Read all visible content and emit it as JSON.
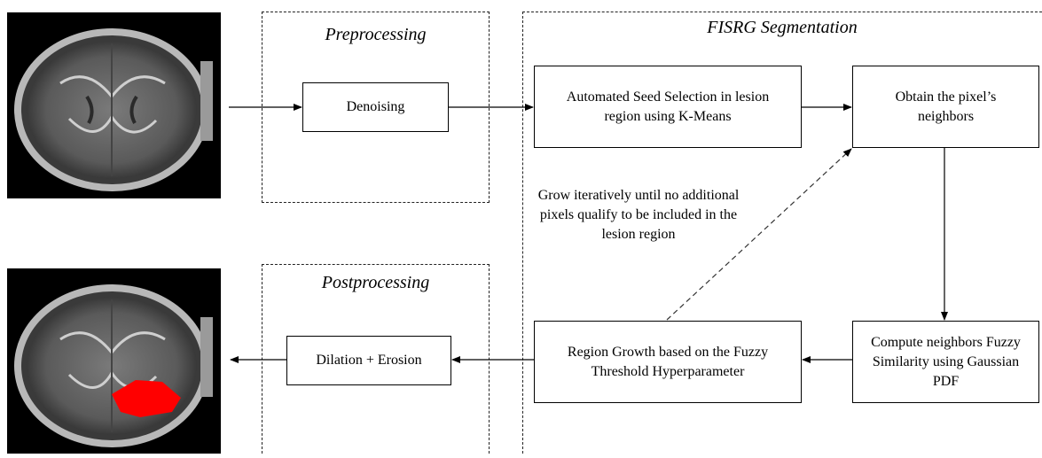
{
  "sections": {
    "preprocessing": "Preprocessing",
    "fisrg": "FISRG Segmentation",
    "postprocessing": "Postprocessing"
  },
  "boxes": {
    "denoising": "Denoising",
    "seed_selection": "Automated Seed Selection in lesion region using K-Means",
    "neighbors": "Obtain the pixel’s neighbors",
    "similarity": "Compute neighbors Fuzzy Similarity using Gaussian PDF",
    "region_growth": "Region Growth based on the Fuzzy Threshold Hyperparameter",
    "morphology": "Dilation + Erosion"
  },
  "loop_note": "Grow iteratively until no additional pixels qualify to be included in the lesion region",
  "colors": {
    "lesion": "#ff0000",
    "mri_background": "#000000"
  }
}
